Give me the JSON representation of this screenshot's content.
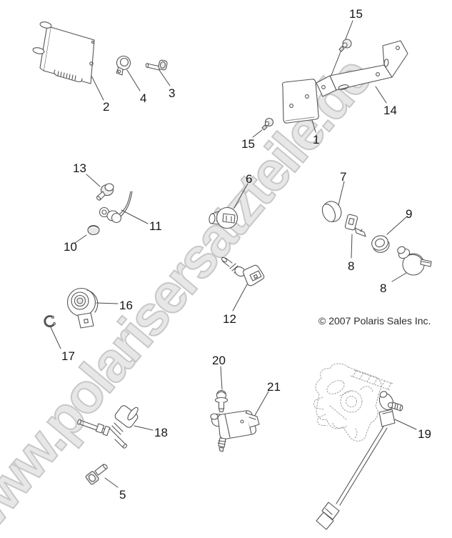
{
  "watermark": {
    "text": "www.polarisersatzteile.de"
  },
  "copyright": {
    "text": "© 2007 Polaris Sales Inc."
  },
  "colors": {
    "part_line": "#555555",
    "phantom_line": "#9a9a9a",
    "label_text": "#161616",
    "watermark_fill": "#e7e7e7",
    "watermark_outline": "#c8c8c8"
  },
  "diagram": {
    "type": "exploded-parts-diagram",
    "callouts": [
      {
        "label": "15",
        "part": "screw-upper"
      },
      {
        "label": "2",
        "part": "ecu-module"
      },
      {
        "label": "4",
        "part": "clamp"
      },
      {
        "label": "3",
        "part": "bolt"
      },
      {
        "label": "14",
        "part": "bracket"
      },
      {
        "label": "1",
        "part": "relay"
      },
      {
        "label": "15",
        "part": "screw-lower"
      },
      {
        "label": "13",
        "part": "flange-bolt"
      },
      {
        "label": "6",
        "part": "sensor"
      },
      {
        "label": "7",
        "part": "cap"
      },
      {
        "label": "9",
        "part": "ring-nut"
      },
      {
        "label": "11",
        "part": "speed-sensor"
      },
      {
        "label": "10",
        "part": "plug-cap"
      },
      {
        "label": "8",
        "part": "key"
      },
      {
        "label": "8",
        "part": "ignition-switch"
      },
      {
        "label": "12",
        "part": "temp-sensor"
      },
      {
        "label": "16",
        "part": "horn"
      },
      {
        "label": "17",
        "part": "e-clip"
      },
      {
        "label": "20",
        "part": "flange-screw"
      },
      {
        "label": "21",
        "part": "map-sensor"
      },
      {
        "label": "18",
        "part": "solenoid-valve"
      },
      {
        "label": "19",
        "part": "throttle-position-sensor"
      },
      {
        "label": "5",
        "part": "socket-bolt"
      }
    ]
  }
}
